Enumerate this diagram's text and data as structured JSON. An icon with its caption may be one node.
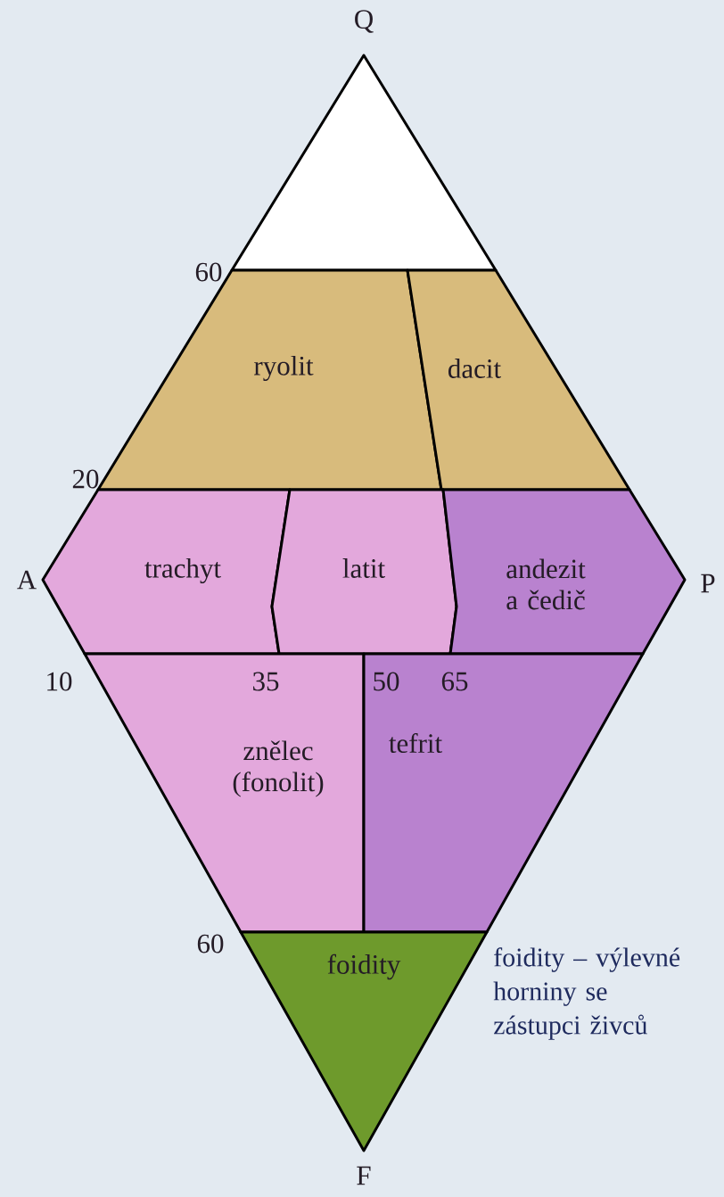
{
  "diagram": {
    "nodes": [
      {
        "text": [],
        "shape": "triangle"
      },
      {
        "text": [
          "ryolit"
        ]
      },
      {
        "text": [
          "dacit"
        ]
      },
      {
        "text": [
          "trachyt"
        ]
      },
      {
        "text": [
          "latit"
        ]
      },
      {
        "text": [
          "andezit a čedič"
        ]
      },
      {
        "text": [
          "znělec (fonolit)"
        ]
      },
      {
        "text": [
          "tefrit"
        ]
      },
      {
        "text": [
          "foidity"
        ],
        "beside": [
          "foidity – výlevné horniny se zástupci živců"
        ]
      }
    ],
    "labels": [
      "Q",
      "60",
      "20",
      "A",
      "P",
      "10",
      "35",
      "50",
      "65",
      "60",
      "F"
    ]
  }
}
